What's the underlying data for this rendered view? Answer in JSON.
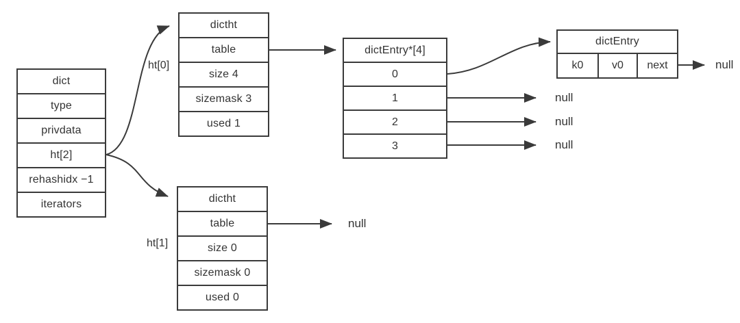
{
  "colors": {
    "line": "#3a3a3a",
    "text": "#333333",
    "background": "#ffffff"
  },
  "dict": {
    "rows": [
      "dict",
      "type",
      "privdata",
      "ht[2]",
      "rehashidx −1",
      "iterators"
    ]
  },
  "ht0": {
    "pointer_label": "ht[0]",
    "rows": [
      "dictht",
      "table",
      "size 4",
      "sizemask 3",
      "used 1"
    ]
  },
  "ht1": {
    "pointer_label": "ht[1]",
    "rows": [
      "dictht",
      "table",
      "size 0",
      "sizemask 0",
      "used 0"
    ],
    "table_null": "null"
  },
  "entry_array": {
    "header": "dictEntry*[4]",
    "slots": [
      "0",
      "1",
      "2",
      "3"
    ],
    "slot_nulls": [
      "null",
      "null",
      "null"
    ]
  },
  "dict_entry": {
    "header": "dictEntry",
    "cells": [
      "k0",
      "v0",
      "next"
    ],
    "next_null": "null"
  }
}
